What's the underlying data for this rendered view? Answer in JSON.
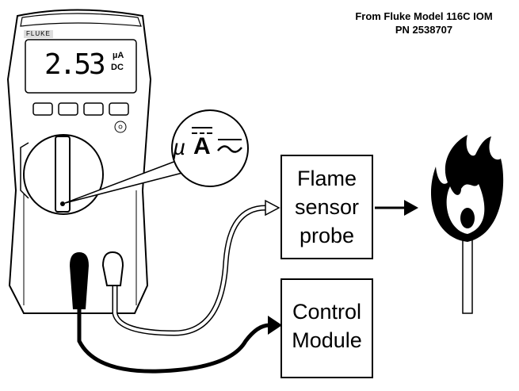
{
  "source_note": {
    "line1": "From Fluke Model 116C IOM",
    "line2": "PN 2538707"
  },
  "meter": {
    "brand": "FLUKE",
    "reading": "2.53",
    "unit_top": "µA",
    "unit_bottom": "DC"
  },
  "callout": {
    "mu": "µ",
    "a": "A"
  },
  "flame_box": {
    "line1": "Flame",
    "line2": "sensor",
    "line3": "probe"
  },
  "control_box": {
    "line1": "Control",
    "line2": "Module"
  }
}
